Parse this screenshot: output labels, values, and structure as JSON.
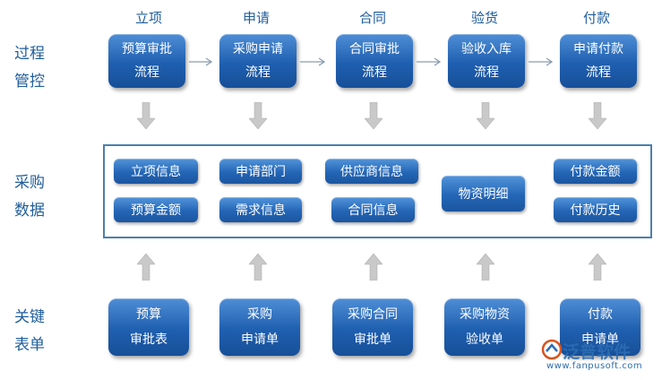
{
  "stages": [
    "立项",
    "申请",
    "合同",
    "验货",
    "付款"
  ],
  "rows": {
    "process": [
      "过程",
      "管控"
    ],
    "data": [
      "采购",
      "数据"
    ],
    "forms": [
      "关键",
      "表单"
    ]
  },
  "process_boxes": [
    [
      "预算审批",
      "流程"
    ],
    [
      "采购申请",
      "流程"
    ],
    [
      "合同审批",
      "流程"
    ],
    [
      "验收入库",
      "流程"
    ],
    [
      "申请付款",
      "流程"
    ]
  ],
  "data_tags": {
    "col1": [
      "立项信息",
      "预算金额"
    ],
    "col2": [
      "申请部门",
      "需求信息"
    ],
    "col3": [
      "供应商信息",
      "合同信息"
    ],
    "col4": [
      "物资明细"
    ],
    "col5": [
      "付款金额",
      "付款历史"
    ]
  },
  "form_boxes": [
    [
      "预算",
      "审批表"
    ],
    [
      "采购",
      "申请单"
    ],
    [
      "采购合同",
      "审批单"
    ],
    [
      "采购物资",
      "验收单"
    ],
    [
      "付款",
      "申请单"
    ]
  ],
  "watermark": {
    "brand": "泛普软件",
    "url": "www.fanpusoft.com"
  },
  "colors": {
    "box": "#2466b6",
    "label": "#1f5d9c",
    "frame": "#4d7fae",
    "arrow": "#c9c9c9"
  }
}
